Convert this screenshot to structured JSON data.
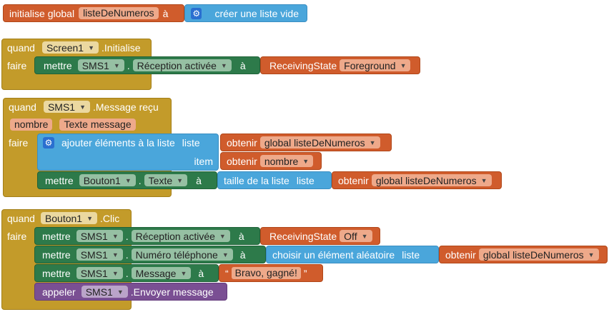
{
  "global": {
    "initialise_label": "initialise global",
    "var_name": "listeDeNumeros",
    "to_label": "à",
    "empty_list_label": "créer une liste vide"
  },
  "event1": {
    "when_label": "quand",
    "component": "Screen1",
    "event": ".Initialise",
    "do_label": "faire",
    "set_label": "mettre",
    "target": "SMS1",
    "dot": ".",
    "property": "Réception activée",
    "to_label": "à",
    "value_label": "ReceivingState",
    "value_option": "Foreground"
  },
  "event2": {
    "when_label": "quand",
    "component": "SMS1",
    "event": ".Message reçu",
    "params": [
      "nombre",
      "Texte message"
    ],
    "do_label": "faire",
    "add_label": "ajouter éléments à la liste",
    "list_label": "liste",
    "get_label": "obtenir",
    "list_var": "global listeDeNumeros",
    "item_label": "item",
    "item_var": "nombre",
    "set_label": "mettre",
    "set_target": "Bouton1",
    "dot": ".",
    "set_property": "Texte",
    "to_label": "à",
    "length_label": "taille de la liste",
    "length_list_label": "liste",
    "length_var": "global listeDeNumeros"
  },
  "event3": {
    "when_label": "quand",
    "component": "Bouton1",
    "event": ".Clic",
    "do_label": "faire",
    "set_label": "mettre",
    "dot": ".",
    "to_label": "à",
    "row1_target": "SMS1",
    "row1_property": "Réception activée",
    "row1_value_label": "ReceivingState",
    "row1_value_option": "Off",
    "row2_target": "SMS1",
    "row2_property": "Numéro téléphone",
    "row2_value_label": "choisir un élément aléatoire",
    "row2_list_label": "liste",
    "row2_get_label": "obtenir",
    "row2_var": "global listeDeNumeros",
    "row3_target": "SMS1",
    "row3_property": "Message",
    "row3_quote_open": "“",
    "row3_text": "Bravo, gagné!",
    "row3_quote_close": "”",
    "call_label": "appeler",
    "call_target": "SMS1",
    "call_method": ".Envoyer message"
  }
}
